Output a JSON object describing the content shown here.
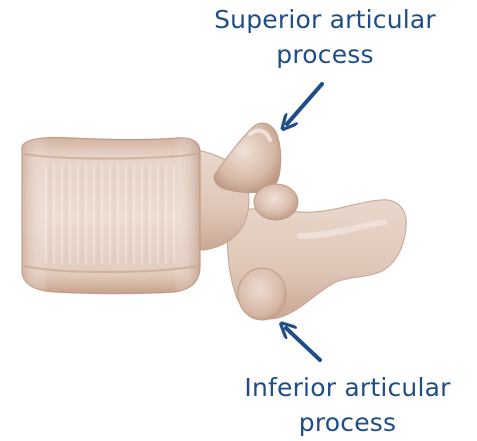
{
  "labels": {
    "superior": {
      "line1": "Superior articular",
      "line2": "process"
    },
    "inferior": {
      "line1": "Inferior articular",
      "line2": "process"
    }
  },
  "colors": {
    "label_text": "#1f4e86",
    "arrow": "#1f4e86",
    "bone_light": "#ead8cc",
    "bone_mid": "#d9bcaa",
    "bone_dark": "#bd9a86",
    "background": "#ffffff"
  }
}
